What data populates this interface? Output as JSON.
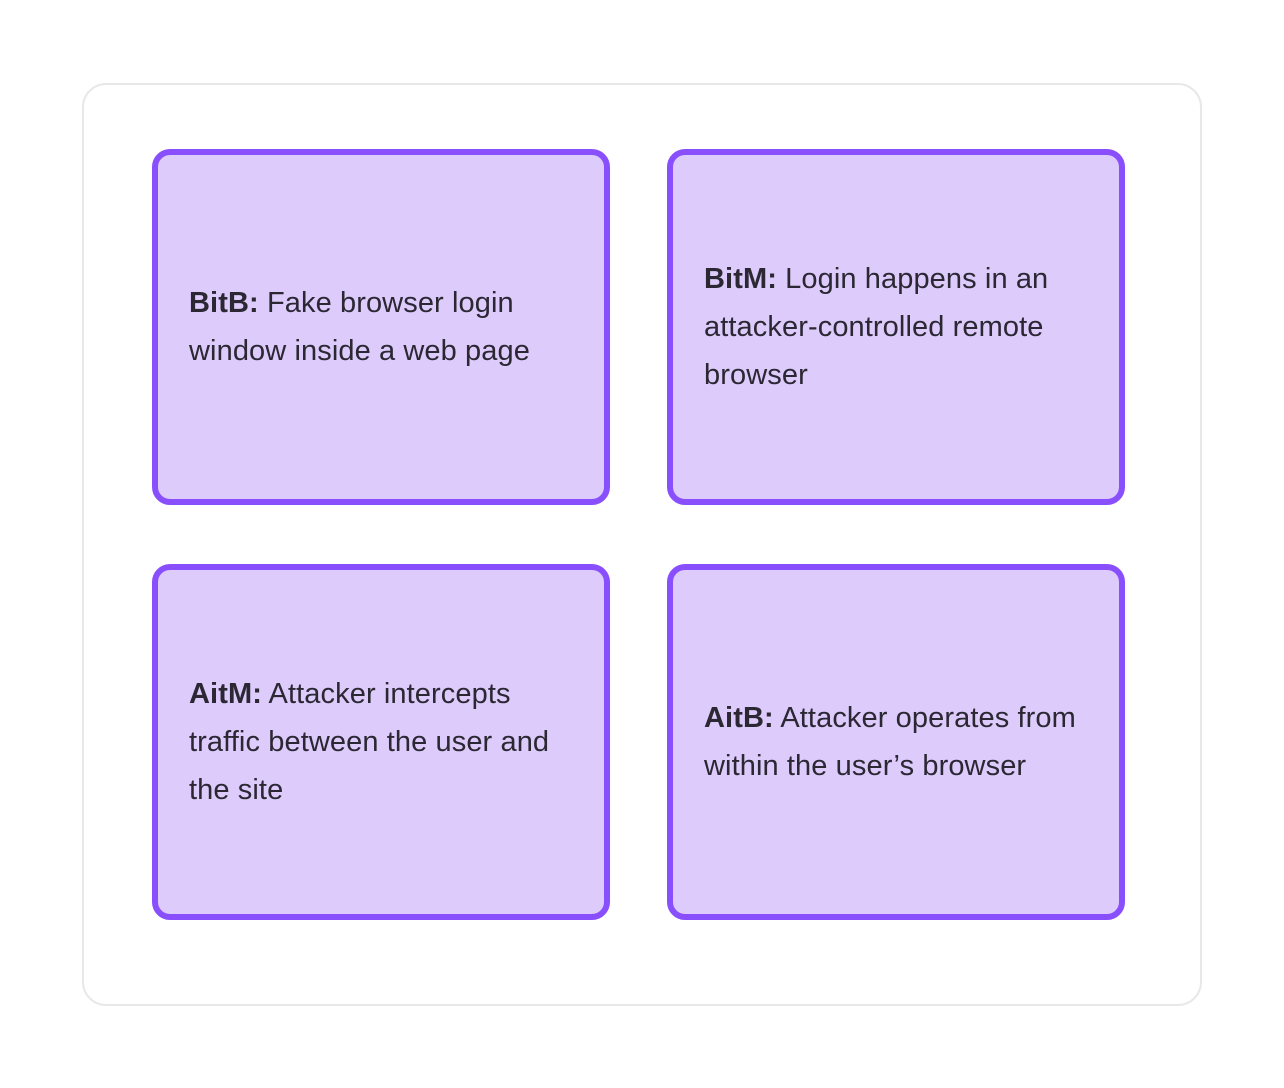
{
  "colors": {
    "page_bg": "#ffffff",
    "panel_border": "#e8e8ea",
    "card_border": "#8a4ffd",
    "card_fill": "#dccbfb",
    "text": "#2b2733"
  },
  "cards": [
    {
      "term": "BitB:",
      "desc": "Fake browser login window inside a web page"
    },
    {
      "term": "BitM:",
      "desc": "Login happens in an attacker-controlled remote browser"
    },
    {
      "term": "AitM:",
      "desc": "Attacker intercepts traffic between the user and the site"
    },
    {
      "term": "AitB:",
      "desc": "Attacker operates from within the user’s browser"
    }
  ]
}
